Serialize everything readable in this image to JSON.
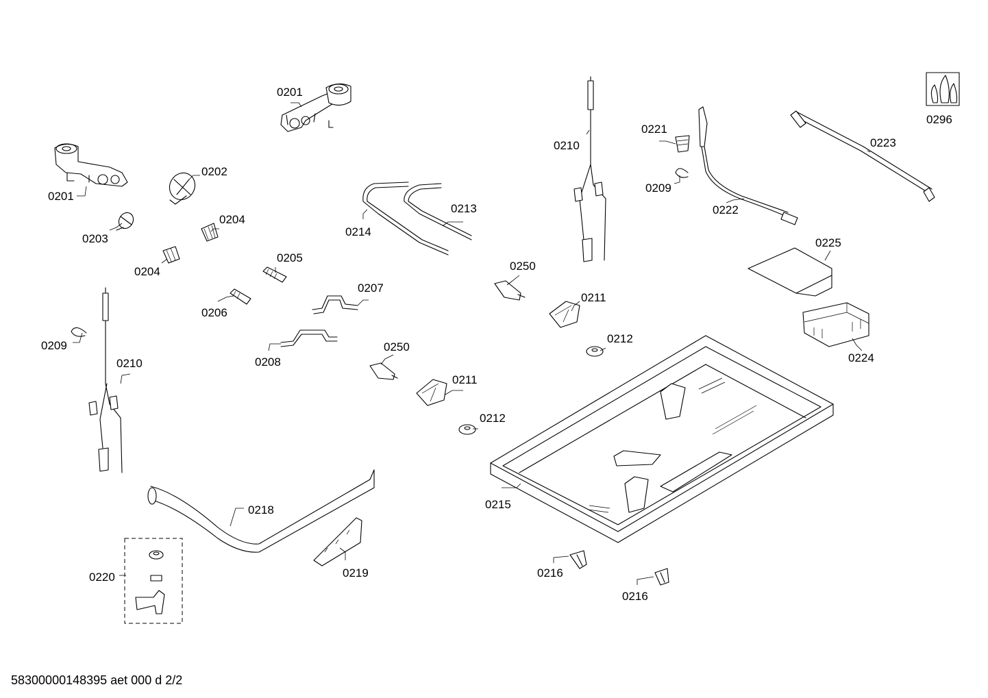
{
  "parts": [
    {
      "id": "p0201a",
      "label": "0201"
    },
    {
      "id": "p0201b",
      "label": "0201"
    },
    {
      "id": "p0202",
      "label": "0202"
    },
    {
      "id": "p0203",
      "label": "0203"
    },
    {
      "id": "p0204a",
      "label": "0204"
    },
    {
      "id": "p0204b",
      "label": "0204"
    },
    {
      "id": "p0205",
      "label": "0205"
    },
    {
      "id": "p0206",
      "label": "0206"
    },
    {
      "id": "p0207",
      "label": "0207"
    },
    {
      "id": "p0208",
      "label": "0208"
    },
    {
      "id": "p0209a",
      "label": "0209"
    },
    {
      "id": "p0209b",
      "label": "0209"
    },
    {
      "id": "p0210a",
      "label": "0210"
    },
    {
      "id": "p0210b",
      "label": "0210"
    },
    {
      "id": "p0211a",
      "label": "0211"
    },
    {
      "id": "p0211b",
      "label": "0211"
    },
    {
      "id": "p0212a",
      "label": "0212"
    },
    {
      "id": "p0212b",
      "label": "0212"
    },
    {
      "id": "p0213",
      "label": "0213"
    },
    {
      "id": "p0214",
      "label": "0214"
    },
    {
      "id": "p0215",
      "label": "0215"
    },
    {
      "id": "p0216a",
      "label": "0216"
    },
    {
      "id": "p0216b",
      "label": "0216"
    },
    {
      "id": "p0218",
      "label": "0218"
    },
    {
      "id": "p0219",
      "label": "0219"
    },
    {
      "id": "p0220",
      "label": "0220"
    },
    {
      "id": "p0221",
      "label": "0221"
    },
    {
      "id": "p0222",
      "label": "0222"
    },
    {
      "id": "p0223",
      "label": "0223"
    },
    {
      "id": "p0224",
      "label": "0224"
    },
    {
      "id": "p0225",
      "label": "0225"
    },
    {
      "id": "p0250a",
      "label": "0250"
    },
    {
      "id": "p0250b",
      "label": "0250"
    },
    {
      "id": "p0296",
      "label": "0296"
    }
  ],
  "footer": {
    "document_id": "58300000148395 aet 000 d 2/2"
  },
  "icons": {
    "gas_symbol": "gas-flame-icon"
  }
}
